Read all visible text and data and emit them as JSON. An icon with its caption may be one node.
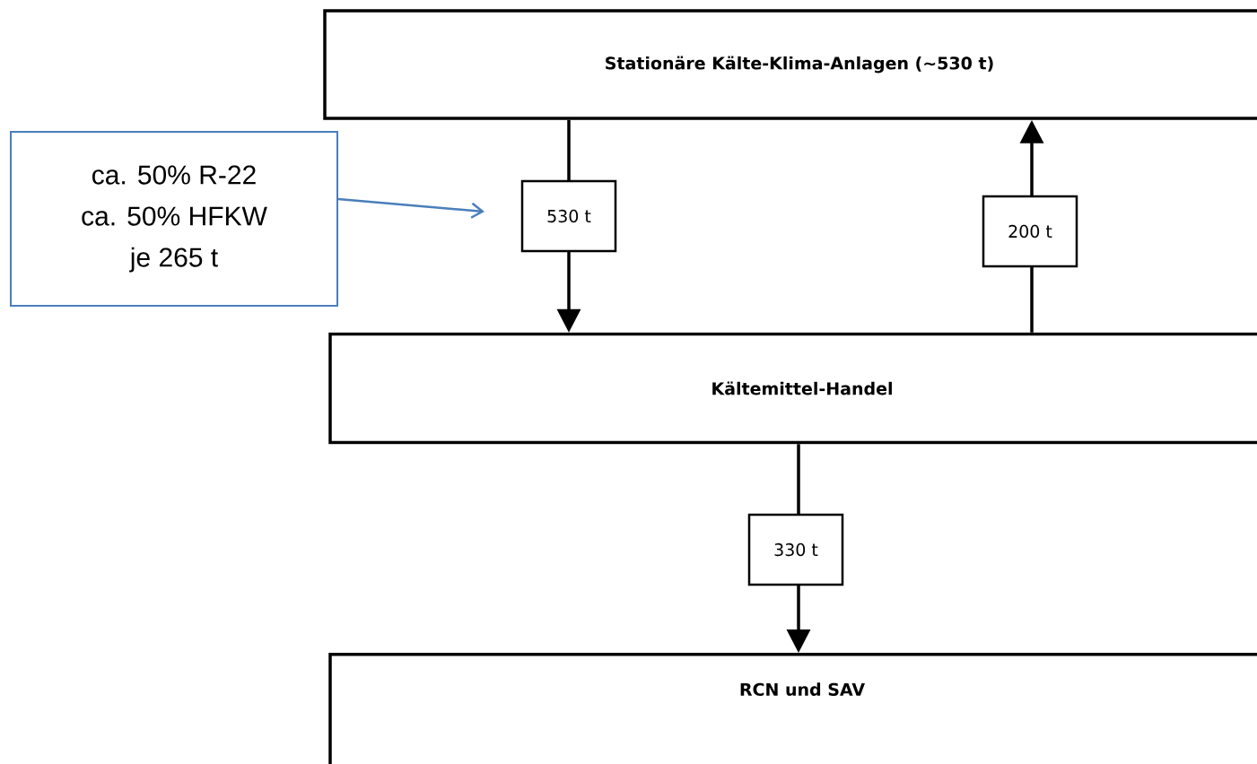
{
  "diagram": {
    "nodes": [
      {
        "text": [
          "Stationäre Kälte-Klima-Anlagen  (~530 t)"
        ]
      },
      {
        "text": [
          "Kältemittel-Handel"
        ]
      },
      {
        "text": [
          "RCN und SAV"
        ]
      },
      {
        "text": [
          "ca. 50% R-22",
          "ca. 50% HFKW",
          "je 265 t"
        ]
      }
    ],
    "edges": [
      {
        "from": 0,
        "to": 1,
        "arrow": "to",
        "label": "530 t"
      },
      {
        "from": 1,
        "to": 0,
        "arrow": "to",
        "label": "200 t"
      },
      {
        "from": 1,
        "to": 2,
        "arrow": "to",
        "label": "330 t"
      },
      {
        "from": 3,
        "to": null,
        "arrow": "to",
        "color": "#4a7ebb"
      }
    ]
  }
}
